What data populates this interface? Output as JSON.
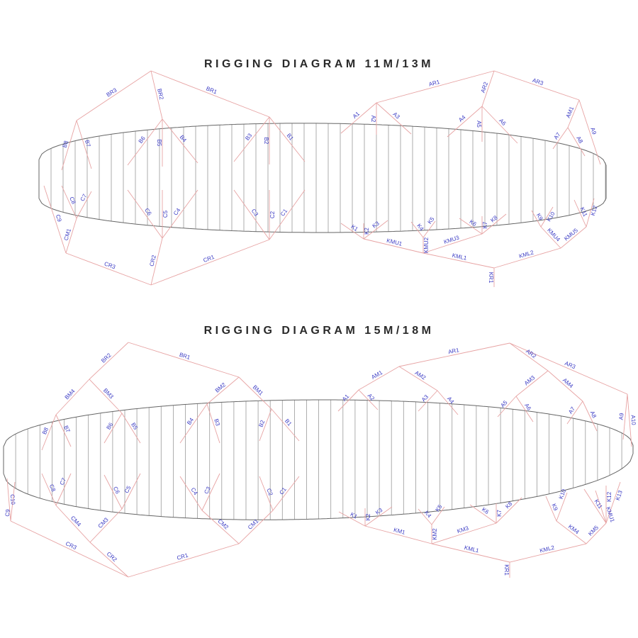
{
  "diagrams": [
    {
      "title": "RIGGING DIAGRAM 11M/13M",
      "colors": {
        "lines": "#e7a3a3",
        "labels": "#3b3bc4",
        "canopy": "#666666"
      },
      "lines": [
        "BR3",
        "BR1",
        "BR2",
        "B6",
        "B5",
        "B4",
        "B3",
        "B2",
        "B1",
        "B8",
        "B7",
        "CR3",
        "CR1",
        "CR2",
        "C6",
        "C5",
        "C4",
        "C3",
        "C2",
        "C1",
        "C9",
        "CM1",
        "C8",
        "C7",
        "AR1",
        "AR3",
        "AR2",
        "A1",
        "A2",
        "A3",
        "A4",
        "A5",
        "A6",
        "AM1",
        "A9",
        "A7",
        "A8",
        "KR1",
        "KML1",
        "KML2",
        "KMU1",
        "KMU2",
        "KMU3",
        "K1",
        "K2",
        "K3",
        "K4",
        "K5",
        "K6",
        "K7",
        "K8",
        "KMU4",
        "KMU5",
        "K9",
        "K10",
        "K11",
        "K12"
      ]
    },
    {
      "title": "RIGGING DIAGRAM 15M/18M",
      "colors": {
        "lines": "#e7a3a3",
        "labels": "#3b3bc4",
        "canopy": "#666666"
      },
      "lines": [
        "BR2",
        "BR1",
        "BM4",
        "BM3",
        "BM2",
        "BM1",
        "B8",
        "B7",
        "B6",
        "B5",
        "B4",
        "B3",
        "B2",
        "B1",
        "CR3",
        "C10",
        "C9",
        "CR2",
        "CR1",
        "CM4",
        "CM3",
        "CM2",
        "CM1",
        "C8",
        "C7",
        "C6",
        "C5",
        "C4",
        "C3",
        "C2",
        "C1",
        "AR1",
        "AR2",
        "AR3",
        "AM1",
        "AM2",
        "A1",
        "A2",
        "A3",
        "A4",
        "AM3",
        "AM4",
        "A5",
        "A6",
        "A7",
        "A8",
        "A9",
        "A10",
        "KR1",
        "KML1",
        "KML2",
        "KM1",
        "KM2",
        "KM3",
        "K1",
        "K2",
        "K3",
        "K4",
        "K5",
        "K6",
        "K7",
        "K8",
        "KM4",
        "KM5",
        "K9",
        "K10",
        "K11",
        "KMU1",
        "K12",
        "K13"
      ]
    }
  ]
}
